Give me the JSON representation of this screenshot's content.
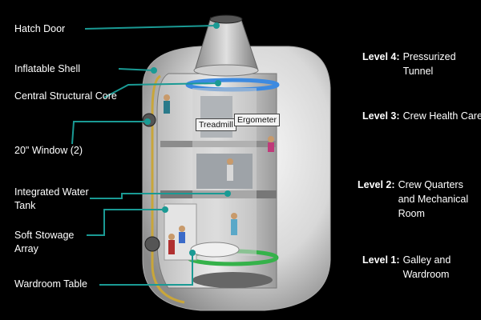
{
  "callouts": [
    {
      "key": "hatch",
      "text": "Hatch Door"
    },
    {
      "key": "shell",
      "text": "Inflatable Shell"
    },
    {
      "key": "core",
      "text": "Central Structural Core"
    },
    {
      "key": "window",
      "text": "20\" Window (2)"
    },
    {
      "key": "tank",
      "text": "Integrated Water Tank"
    },
    {
      "key": "stowage",
      "text": "Soft Stowage Array"
    },
    {
      "key": "table",
      "text": "Wardroom Table"
    }
  ],
  "levels": [
    {
      "num": "Level 4:",
      "desc": "Pressurized Tunnel"
    },
    {
      "num": "Level 3:",
      "desc": "Crew Health Care"
    },
    {
      "num": "Level 2:",
      "desc": "Crew Quarters and Mechanical Room"
    },
    {
      "num": "Level 1:",
      "desc": "Galley and Wardroom"
    }
  ],
  "inner_labels": {
    "treadmill": "Treadmill",
    "ergometer": "Ergometer"
  },
  "colors": {
    "leader": "#1a9a94",
    "shell": "#e6e6e6",
    "core_ring": "#3d8ae0",
    "green_ring": "#35b24a"
  }
}
